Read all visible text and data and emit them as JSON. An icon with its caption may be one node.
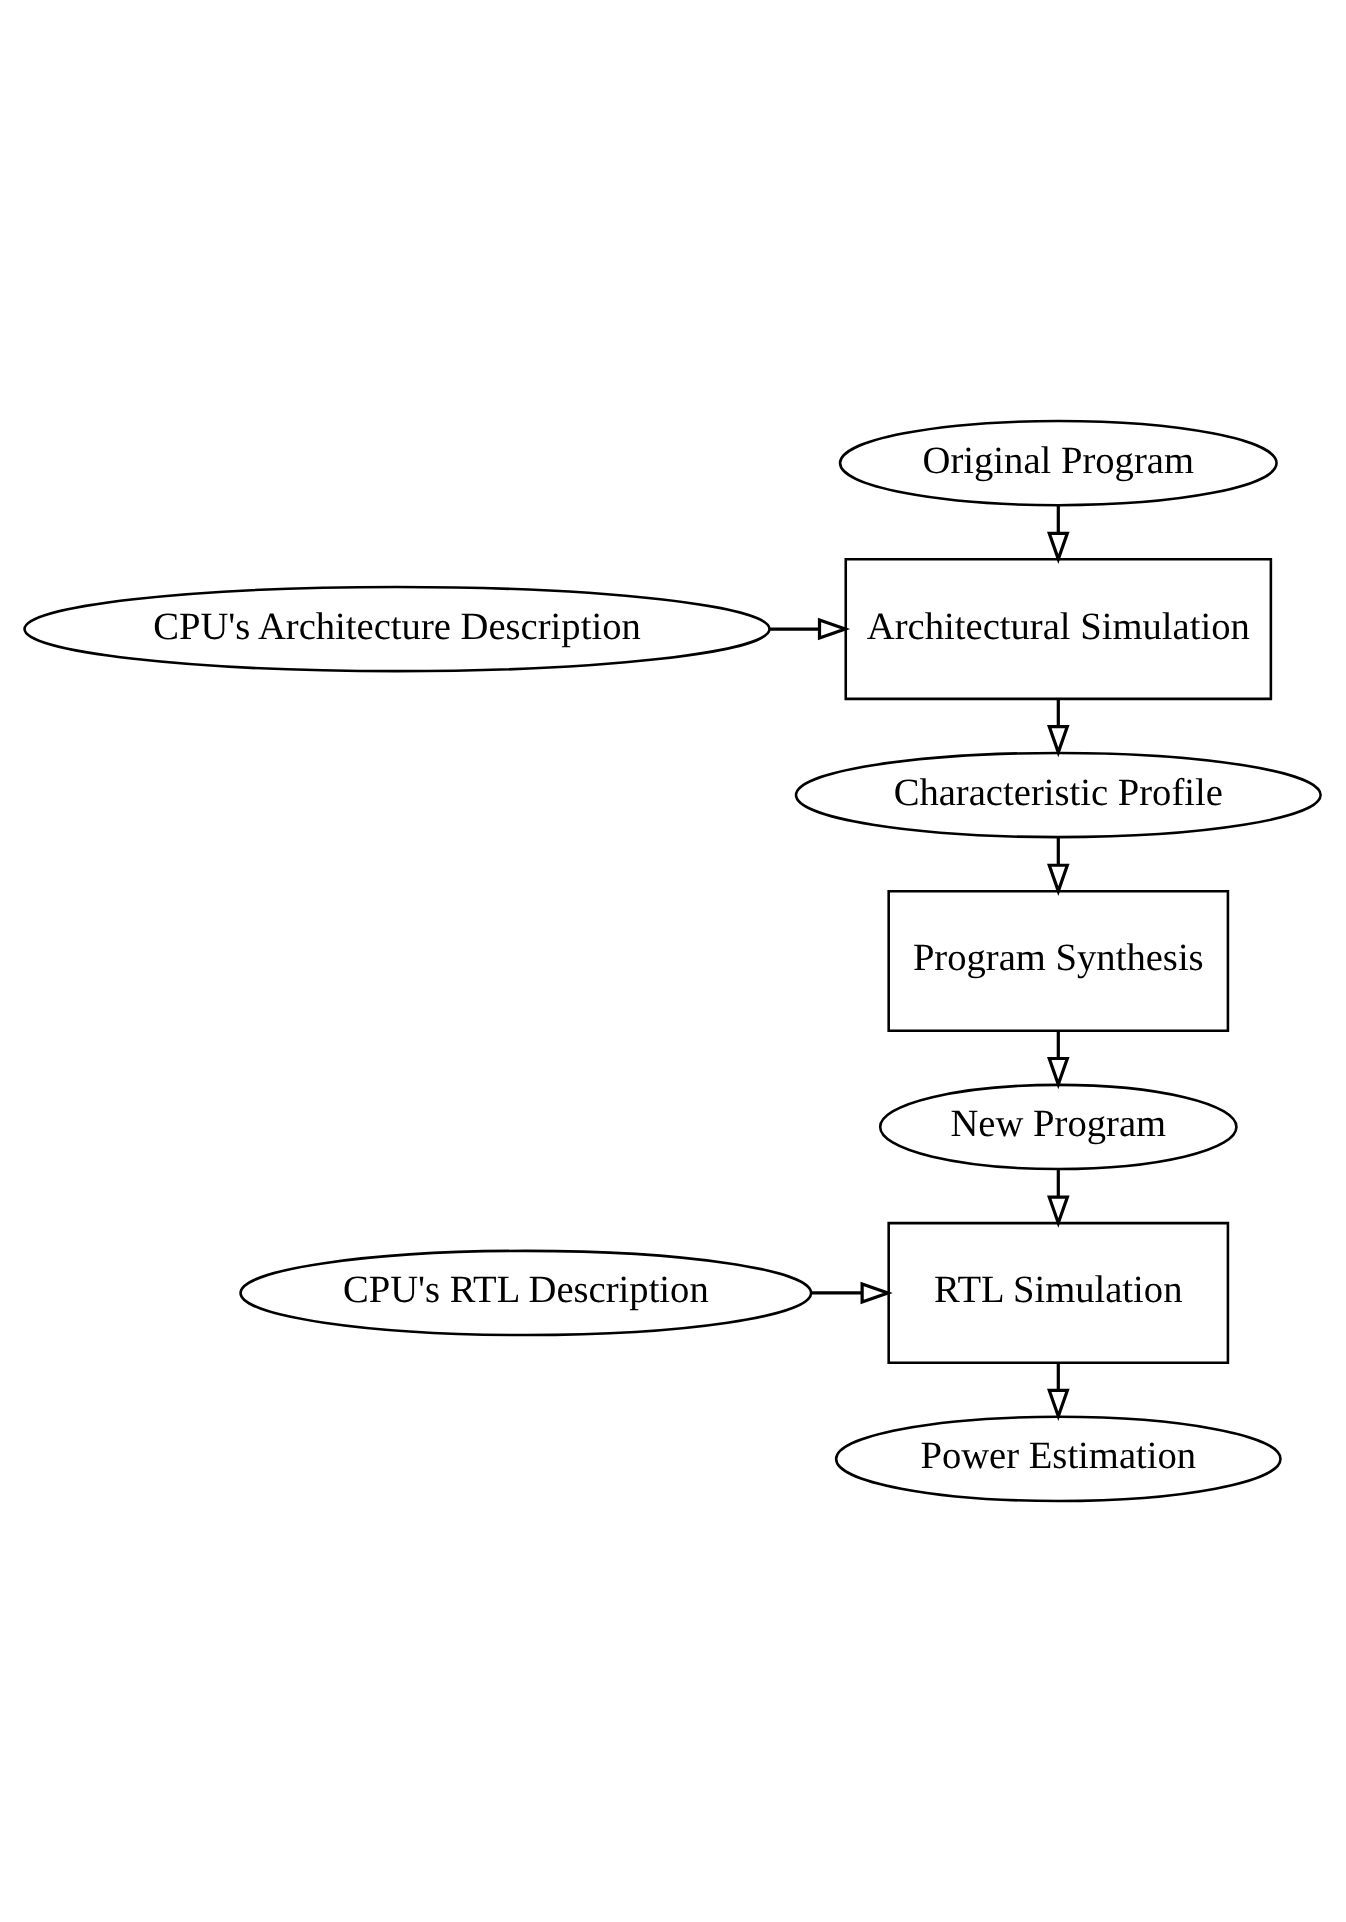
{
  "diagram": {
    "nodes": [
      {
        "text": [
          "Original Program"
        ]
      },
      {
        "text": [
          "CPU's Architecture Description"
        ]
      },
      {
        "text": [
          "Architectural Simulation"
        ]
      },
      {
        "text": [
          "Characteristic Profile"
        ]
      },
      {
        "text": [
          "Program Synthesis"
        ]
      },
      {
        "text": [
          "New Program"
        ]
      },
      {
        "text": [
          "CPU's RTL Description"
        ]
      },
      {
        "text": [
          "RTL Simulation"
        ]
      },
      {
        "text": [
          "Power Estimation"
        ]
      }
    ],
    "edges": [
      {
        "from": 0,
        "to": 2,
        "arrow": "to"
      },
      {
        "from": 1,
        "to": 2,
        "arrow": "to"
      },
      {
        "from": 2,
        "to": 3,
        "arrow": "to"
      },
      {
        "from": 3,
        "to": 4,
        "arrow": "to"
      },
      {
        "from": 4,
        "to": 5,
        "arrow": "to"
      },
      {
        "from": 5,
        "to": 7,
        "arrow": "to"
      },
      {
        "from": 6,
        "to": 7,
        "arrow": "to"
      },
      {
        "from": 7,
        "to": 8,
        "arrow": "to"
      }
    ]
  }
}
